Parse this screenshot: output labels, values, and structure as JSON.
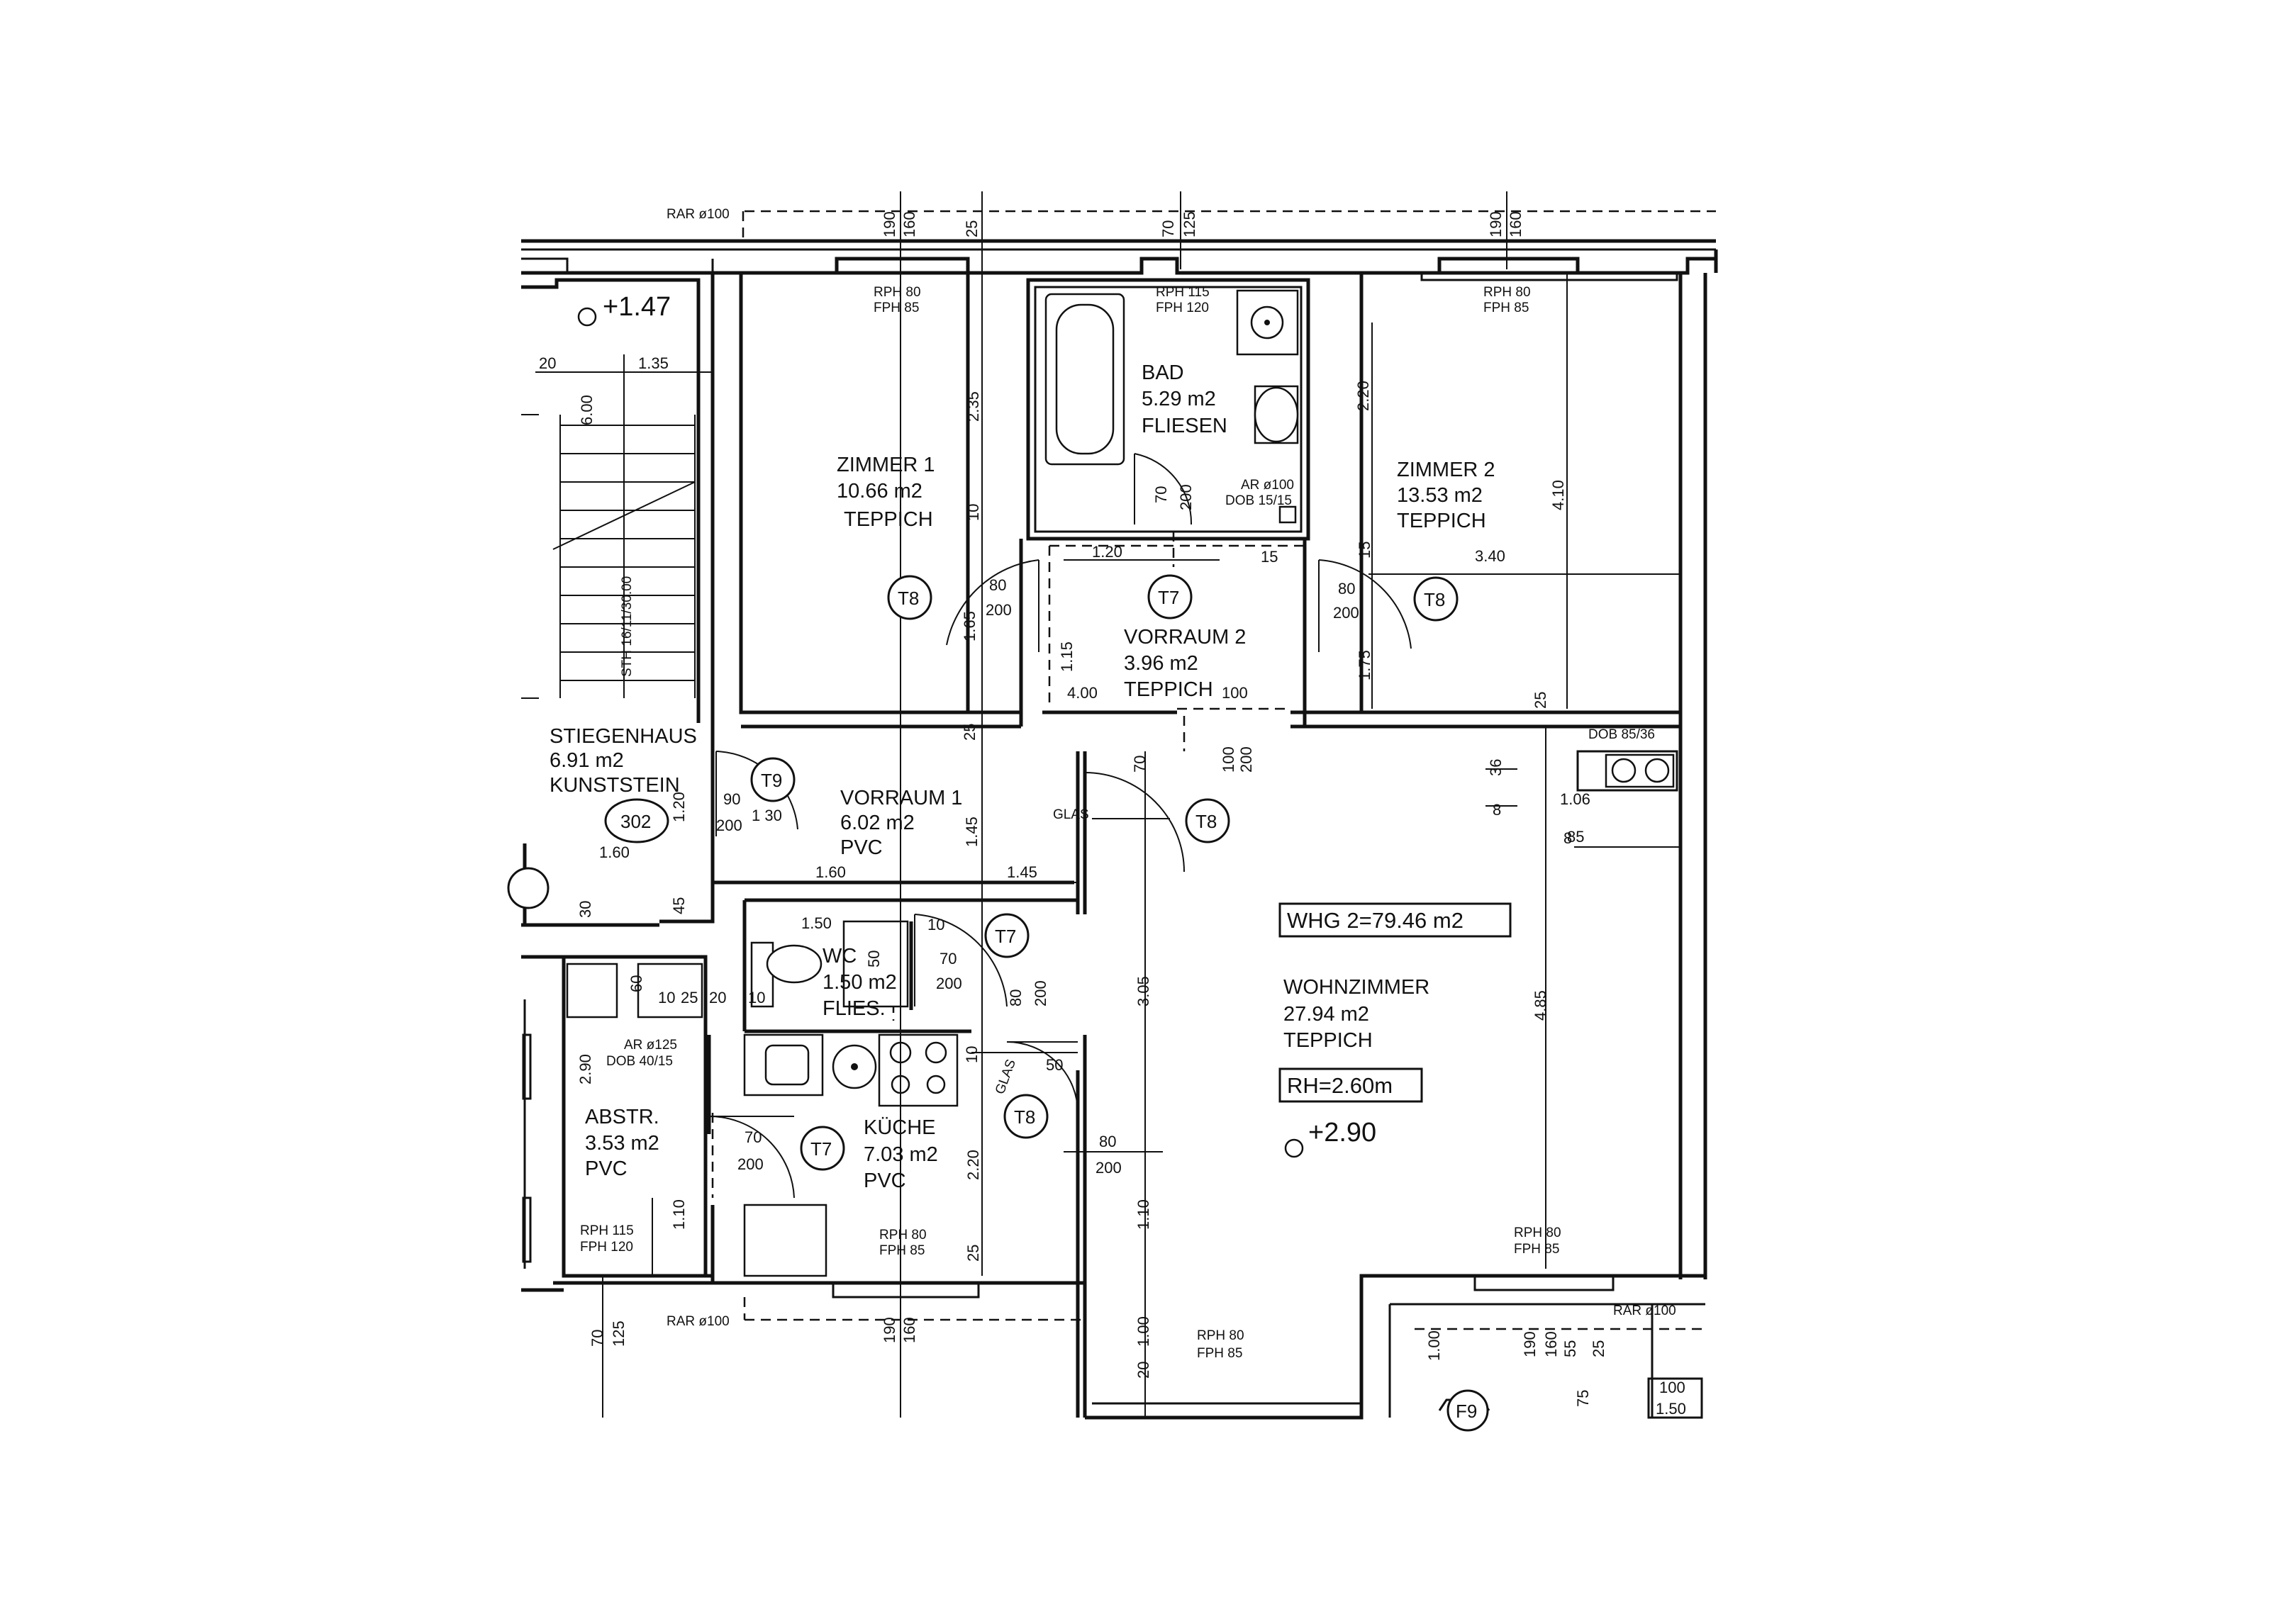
{
  "rooms": {
    "zimmer1": {
      "name": "ZIMMER 1",
      "area": "10.66 m2",
      "floor": "TEPPICH"
    },
    "bad": {
      "name": "BAD",
      "area": "5.29 m2",
      "floor": "FLIESEN"
    },
    "zimmer2": {
      "name": "ZIMMER 2",
      "area": "13.53 m2",
      "floor": "TEPPICH"
    },
    "vorraum2": {
      "name": "VORRAUM 2",
      "area": "3.96 m2",
      "floor": "TEPPICH"
    },
    "stiegenhaus": {
      "name": "STIEGENHAUS",
      "area": "6.91 m2",
      "floor": "KUNSTSTEIN",
      "number": "302"
    },
    "vorraum1": {
      "name": "VORRAUM 1",
      "area": "6.02 m2",
      "floor": "PVC"
    },
    "wc": {
      "name": "WC",
      "area": "1.50 m2",
      "floor": "FLIES."
    },
    "kueche": {
      "name": "KÜCHE",
      "area": "7.03 m2",
      "floor": "PVC"
    },
    "abstr": {
      "name": "ABSTR.",
      "area": "3.53 m2",
      "floor": "PVC"
    },
    "wohnzimmer": {
      "name": "WOHNZIMMER",
      "area": "27.94 m2",
      "floor": "TEPPICH"
    }
  },
  "apartment": {
    "total": "WHG 2=79.46 m2",
    "room_height": "RH=2.60m"
  },
  "elevations": {
    "stair": "+1.47",
    "floor": "+2.90"
  },
  "doors": {
    "t7": "T7",
    "t8": "T8",
    "t9": "T9",
    "f9": "F9",
    "glas": "GLAS"
  },
  "notes": {
    "rar100": "RAR ø100",
    "rph80": "RPH 80",
    "fph85": "FPH 85",
    "rph115": "RPH 115",
    "fph120": "FPH 120",
    "ar100": "AR ø100",
    "dob15": "DOB 15/15",
    "ar125": "AR ø125",
    "dob40": "DOB 40/15",
    "dob85": "DOB 85/36",
    "sth": "STH 16/11/30.00"
  },
  "dims": {
    "d20": "20",
    "d135": "1.35",
    "d600": "6.00",
    "d235": "2.35",
    "d220": "2.20",
    "d410": "4.10",
    "d10": "10",
    "d15": "15",
    "d120": "1.20",
    "d340": "3.40",
    "d80": "80",
    "d200": "200",
    "d165": "1.65",
    "d115": "1.15",
    "d175": "1.75",
    "d400": "4.00",
    "d100": "100",
    "d25": "25",
    "d70": "70",
    "d36": "36",
    "d8": "8",
    "d85": "85",
    "d90": "90",
    "d130": "1 30",
    "d160": "1.60",
    "d160b": "1.60",
    "d145": "1.45",
    "d145b": "1.45",
    "d30": "30",
    "d45": "45",
    "d150": "1.50",
    "d50": "50",
    "d305": "3.05",
    "d485": "4.85",
    "d290": "2.90",
    "d110": "1.10",
    "d220b": "2.20",
    "d110b": "1.10",
    "d100b": "1.00",
    "d060": "60",
    "d075": "75",
    "d55": "55",
    "d125": "125",
    "d190": "190",
    "d160c": "160",
    "d106": "1.06",
    "d100c": "1.00"
  }
}
